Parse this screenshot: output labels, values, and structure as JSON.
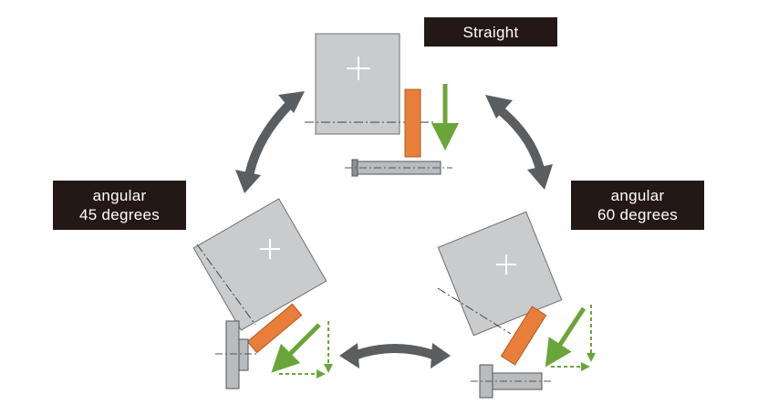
{
  "labels": {
    "straight": "Straight",
    "angular45_line1": "angular",
    "angular45_line2": "45 degrees",
    "angular60_line1": "angular",
    "angular60_line2": "60 degrees"
  },
  "colors": {
    "grinding_wheel": "#c9cbcc",
    "wheel_outline": "#6d6f71",
    "workpiece": "#e87e3a",
    "feed_arrow": "#6aa53a",
    "cycle_arrow": "#5b5e60",
    "shaft": "#b9bcbe",
    "label_bg": "#231815",
    "label_text": "#ffffff"
  },
  "icons": {
    "wheel_center": "cross-mark-icon",
    "cycle": "double-headed-arrow-icon"
  }
}
